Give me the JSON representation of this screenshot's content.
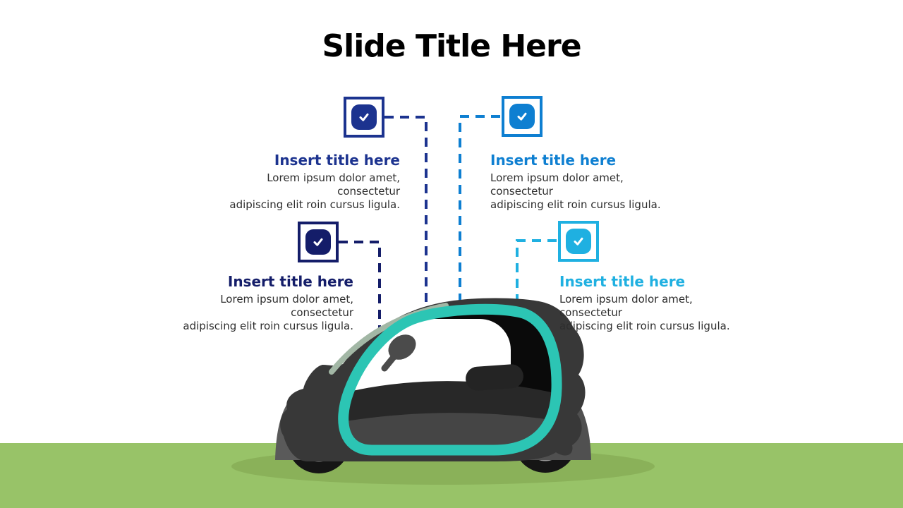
{
  "slide": {
    "title": "Slide Title Here"
  },
  "callouts": [
    {
      "position": "top-left",
      "title": "Insert title here",
      "body": "Lorem ipsum dolor amet, consectetur\nadipiscing elit roin cursus ligula.",
      "color": "#1c338f",
      "align": "right",
      "icon": "check-squircle-icon"
    },
    {
      "position": "top-right",
      "title": "Insert title here",
      "body": "Lorem ipsum dolor amet, consectetur\nadipiscing elit roin cursus ligula.",
      "color": "#0e7fd1",
      "align": "left",
      "icon": "check-squircle-icon"
    },
    {
      "position": "middle-left",
      "title": "Insert title here",
      "body": "Lorem ipsum dolor amet, consectetur\nadipiscing elit roin cursus ligula.",
      "color": "#141d69",
      "align": "right",
      "icon": "check-squircle-icon"
    },
    {
      "position": "middle-right",
      "title": "Insert title here",
      "body": "Lorem ipsum dolor amet, consectetur\nadipiscing elit roin cursus ligula.",
      "color": "#1fb0e1",
      "align": "left",
      "icon": "check-squircle-icon"
    }
  ],
  "illustration": {
    "type": "electric-microcar-side-view",
    "connector_style": "dashed",
    "colors": {
      "car_body": "#383838",
      "cabin_frame_accent": "#2cc5b4",
      "window_dark": "#0a0a0a",
      "window_light": "#ffffff",
      "fender_gray": "#5a5a5a",
      "tire": "#151515",
      "wheel_hub": "#6e6e6e",
      "ground_green": "#98c368",
      "ground_shadow": "#8ab159",
      "roof_highlight": "#a2b7a5"
    }
  }
}
